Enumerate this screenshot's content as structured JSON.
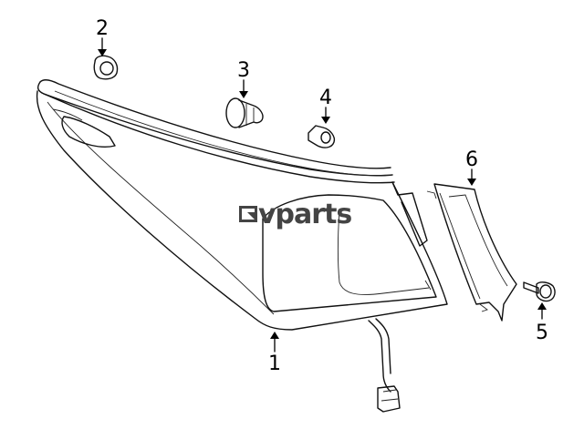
{
  "callouts": [
    {
      "id": "1",
      "label": "1"
    },
    {
      "id": "2",
      "label": "2"
    },
    {
      "id": "3",
      "label": "3"
    },
    {
      "id": "4",
      "label": "4"
    },
    {
      "id": "5",
      "label": "5"
    },
    {
      "id": "6",
      "label": "6"
    }
  ],
  "watermark": {
    "text": "vparts"
  },
  "colors": {
    "line": "#111111",
    "background": "#ffffff",
    "watermark": "#444444"
  }
}
